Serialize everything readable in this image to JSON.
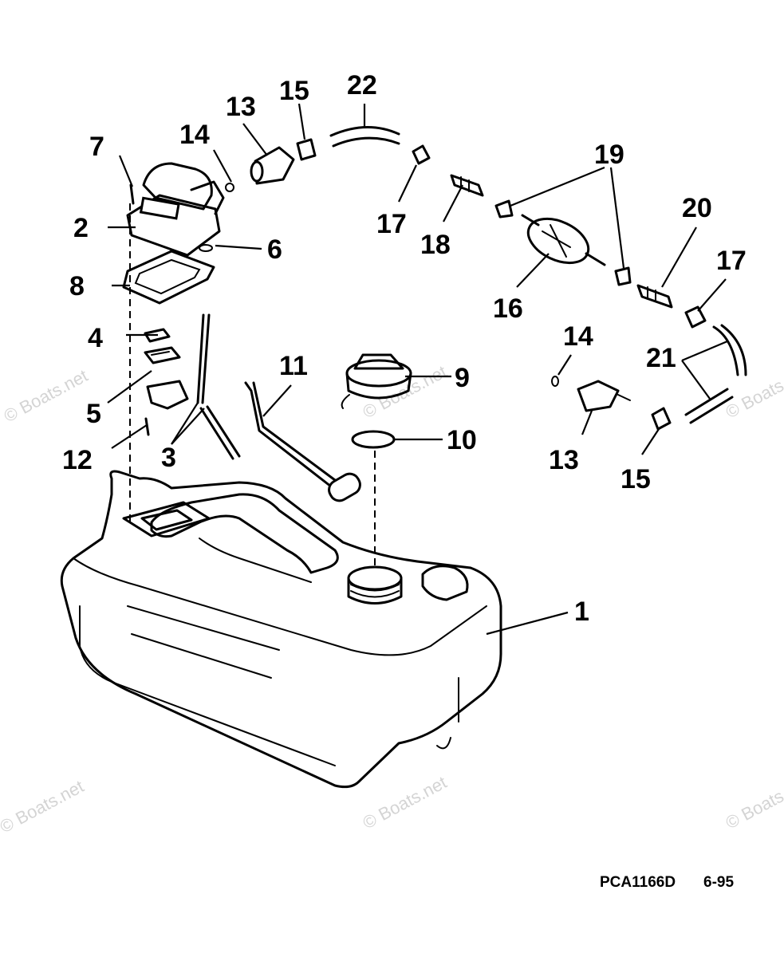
{
  "diagram": {
    "reference_code": "PCA1166D",
    "revision": "6-95",
    "watermark_text": "© Boats.net",
    "callouts": [
      "1",
      "2",
      "3",
      "4",
      "5",
      "6",
      "7",
      "8",
      "9",
      "10",
      "11",
      "12",
      "13",
      "14",
      "15",
      "16",
      "17",
      "18",
      "19",
      "20",
      "21",
      "22"
    ]
  }
}
